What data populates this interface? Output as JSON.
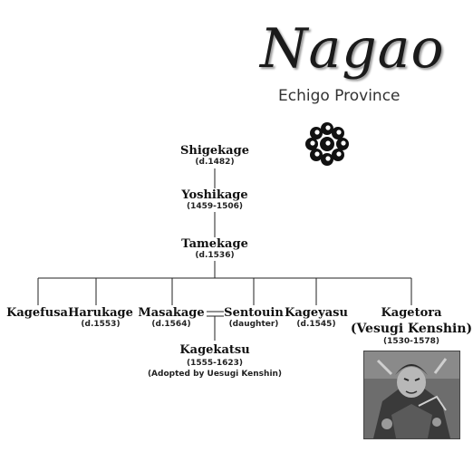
{
  "header": {
    "title": "Nagao",
    "subtitle": "Echigo Province"
  },
  "crest_icon": "tomoe-crest-icon",
  "people": {
    "shigekage": {
      "name": "Shigekage",
      "dates": "(d.1482)"
    },
    "yoshikage": {
      "name": "Yoshikage",
      "dates": "(1459-1506)"
    },
    "tamekage": {
      "name": "Tamekage",
      "dates": "(d.1536)"
    },
    "kagefusa": {
      "name": "Kagefusa"
    },
    "harukage": {
      "name": "Harukage",
      "dates": "(d.1553)"
    },
    "masakage": {
      "name": "Masakage",
      "dates": "(d.1564)"
    },
    "sentouin": {
      "name": "Sentouin",
      "dates": "(daughter)"
    },
    "kageyasu": {
      "name": "Kageyasu",
      "dates": "(d.1545)"
    },
    "kagetora": {
      "name": "Kagetora",
      "alias": "(Vesugi Kenshin)",
      "dates": "(1530-1578)"
    },
    "kagekatsu": {
      "name": "Kagekatsu",
      "dates": "(1555-1623)",
      "note": "(Adopted by Uesugi Kenshin)"
    }
  }
}
